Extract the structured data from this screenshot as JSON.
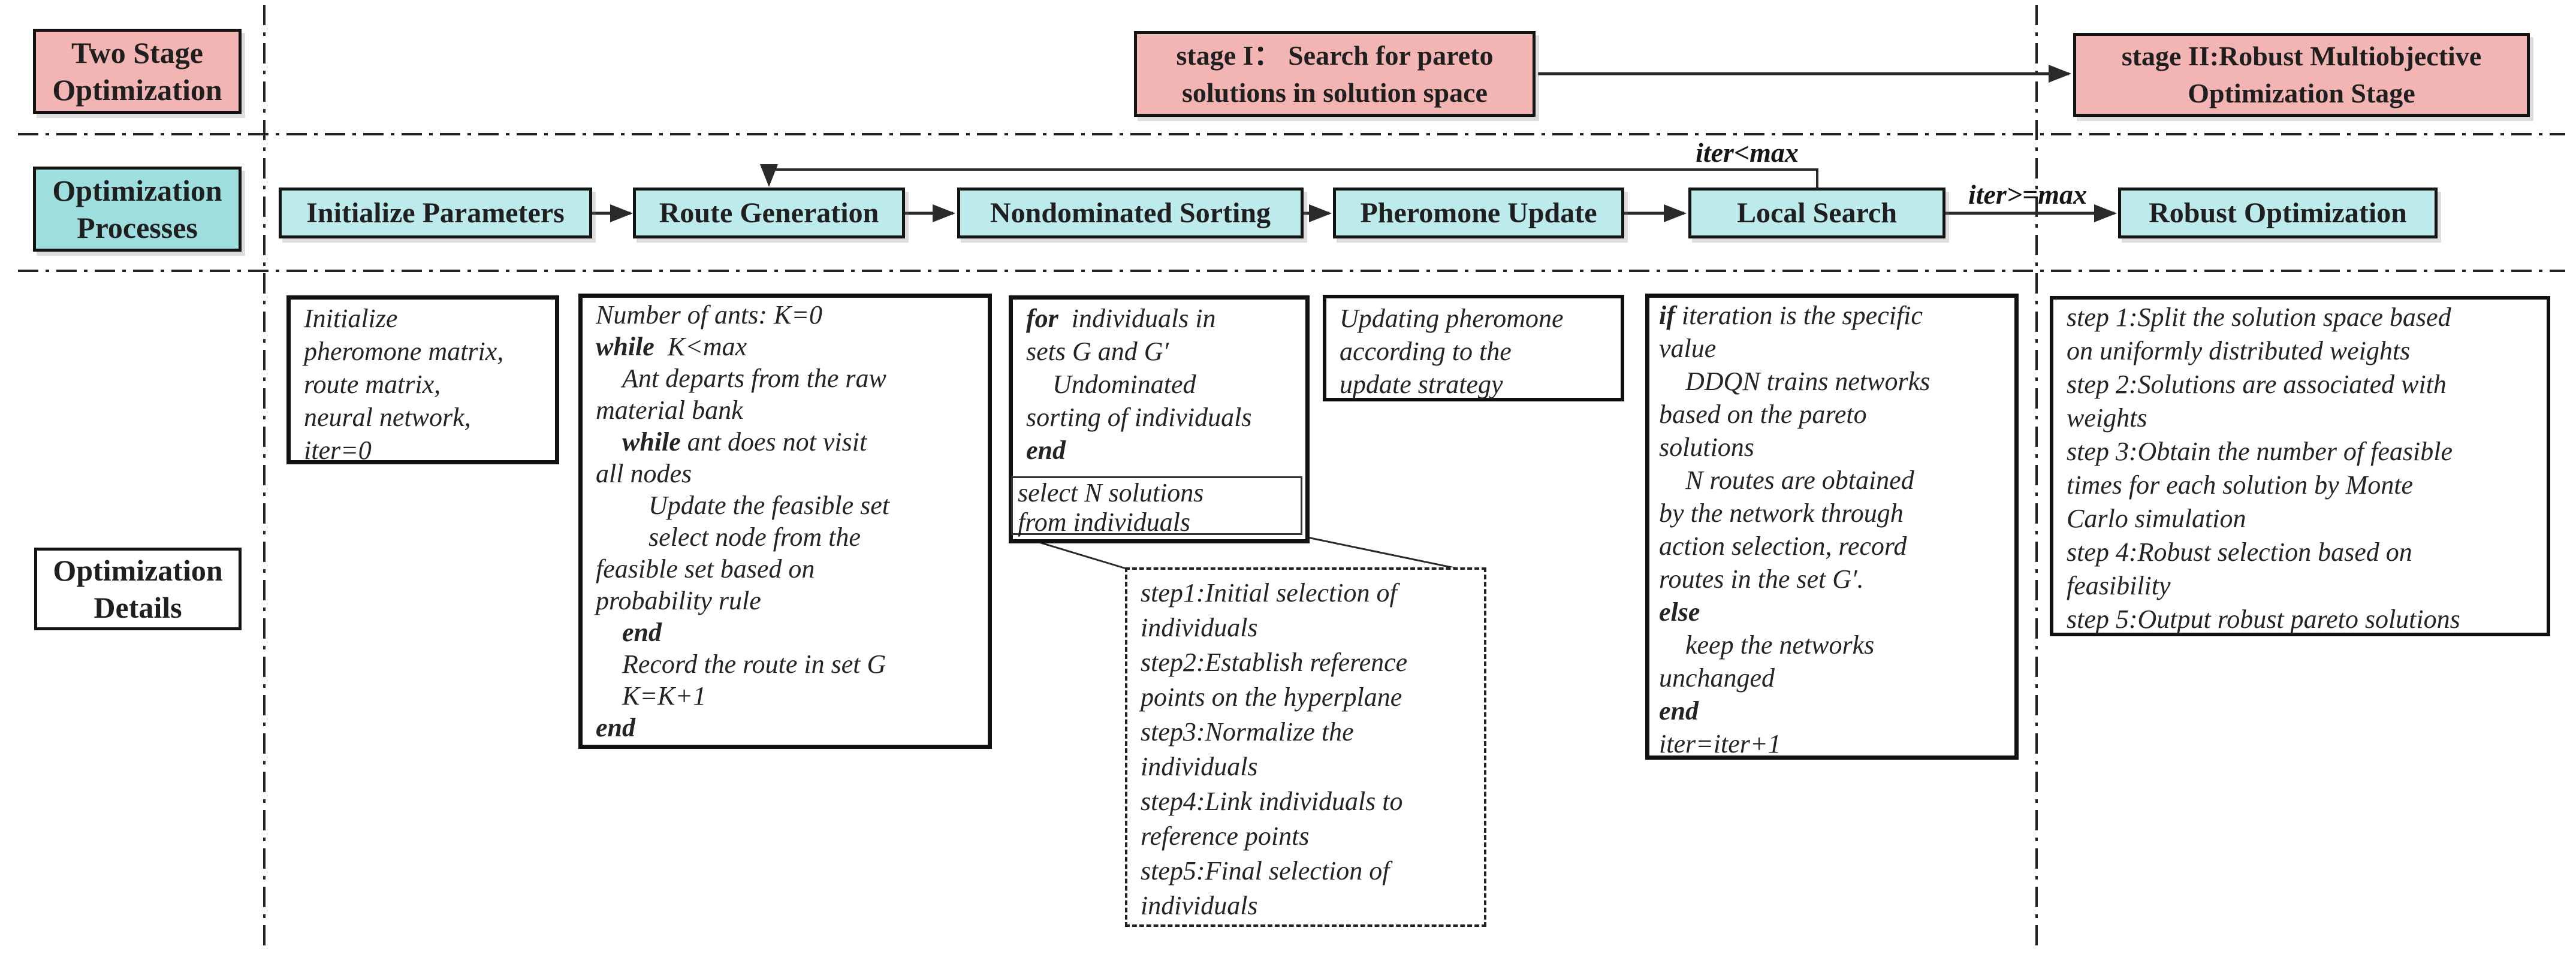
{
  "diagram": {
    "colors": {
      "pink": "#f3b4b4",
      "teal_label": "#9fdede",
      "teal_process": "#bdeaea",
      "line": "#1a1a1a"
    },
    "row_labels": {
      "stage": {
        "lines": [
          [
            "Two Stage"
          ],
          [
            "Optimization"
          ]
        ]
      },
      "processes": {
        "lines": [
          [
            "Optimization"
          ],
          [
            "Processes"
          ]
        ]
      },
      "details": {
        "lines": [
          [
            "Optimization"
          ],
          [
            "Details"
          ]
        ]
      }
    },
    "stages": {
      "stage1": {
        "lines": [
          [
            "stage I：  Search for pareto"
          ],
          [
            "solutions in solution space"
          ]
        ]
      },
      "stage2": {
        "lines": [
          [
            "stage II:Robust Multiobjective"
          ],
          [
            "Optimization Stage"
          ]
        ]
      }
    },
    "processes": [
      {
        "label": "Initialize Parameters"
      },
      {
        "label": "Route Generation"
      },
      {
        "label": "Nondominated Sorting"
      },
      {
        "label": "Pheromone Update"
      },
      {
        "label": "Local Search"
      },
      {
        "label": "Robust Optimization"
      }
    ],
    "edge_labels": {
      "loop": "iter<max",
      "exit": "iter>=max"
    },
    "details": {
      "init": {
        "lines": [
          [
            "Initialize"
          ],
          [
            "pheromone matrix,"
          ],
          [
            "route matrix,"
          ],
          [
            "neural network,"
          ],
          [
            "iter=0"
          ]
        ]
      },
      "route_generation": {
        "lines": [
          [
            "Number of ants: K=0"
          ],
          [
            {
              "b": "while"
            },
            "  K<max"
          ],
          [
            "    Ant departs from the raw"
          ],
          [
            "material bank"
          ],
          [
            "    ",
            {
              "b": "while"
            },
            " ant does not visit"
          ],
          [
            "all nodes"
          ],
          [
            "        Update the feasible set"
          ],
          [
            "        select node from the"
          ],
          [
            "feasible set based on"
          ],
          [
            "probability rule"
          ],
          [
            "    ",
            {
              "b": "end"
            }
          ],
          [
            "    Record the route in set G"
          ],
          [
            "    K=K+1"
          ],
          [
            {
              "b": "end"
            }
          ]
        ]
      },
      "nondominated_sorting": {
        "lines": [
          [
            {
              "b": "for"
            },
            "  individuals in"
          ],
          [
            "sets G and G′"
          ],
          [
            "    Undominated"
          ],
          [
            "sorting of individuals"
          ],
          [
            {
              "b": "end"
            }
          ]
        ]
      },
      "select_solutions": {
        "lines": [
          [
            "select N solutions"
          ],
          [
            "from individuals"
          ]
        ]
      },
      "pheromone_update": {
        "lines": [
          [
            "Updating pheromone"
          ],
          [
            "according to the"
          ],
          [
            "update strategy"
          ]
        ]
      },
      "local_search": {
        "lines": [
          [
            {
              "b": "if"
            },
            " iteration is the specific"
          ],
          [
            "value"
          ],
          [
            "    DDQN trains networks"
          ],
          [
            "based on the pareto"
          ],
          [
            "solutions"
          ],
          [
            "    N routes are obtained"
          ],
          [
            "by the network through"
          ],
          [
            "action selection, record"
          ],
          [
            "routes in the set G′."
          ],
          [
            {
              "b": "else"
            }
          ],
          [
            "    keep the networks"
          ],
          [
            "unchanged"
          ],
          [
            {
              "b": "end"
            }
          ],
          [
            "iter=iter+1"
          ]
        ]
      },
      "selection_steps": {
        "lines": [
          [
            "step1:Initial selection of"
          ],
          [
            "individuals"
          ],
          [
            "step2:Establish reference"
          ],
          [
            "points on the hyperplane"
          ],
          [
            "step3:Normalize the"
          ],
          [
            "individuals"
          ],
          [
            "step4:Link individuals to"
          ],
          [
            "reference points"
          ],
          [
            "step5:Final selection of"
          ],
          [
            "individuals"
          ]
        ]
      },
      "robust_optimization": {
        "lines": [
          [
            "step 1:Split the solution space based"
          ],
          [
            "on uniformly distributed weights"
          ],
          [
            "step 2:Solutions are associated with"
          ],
          [
            "weights"
          ],
          [
            "step 3:Obtain the number of feasible"
          ],
          [
            "times for each solution by Monte"
          ],
          [
            "Carlo simulation"
          ],
          [
            "step 4:Robust selection based on"
          ],
          [
            "feasibility"
          ],
          [
            "step 5:Output robust pareto solutions"
          ]
        ]
      }
    }
  }
}
